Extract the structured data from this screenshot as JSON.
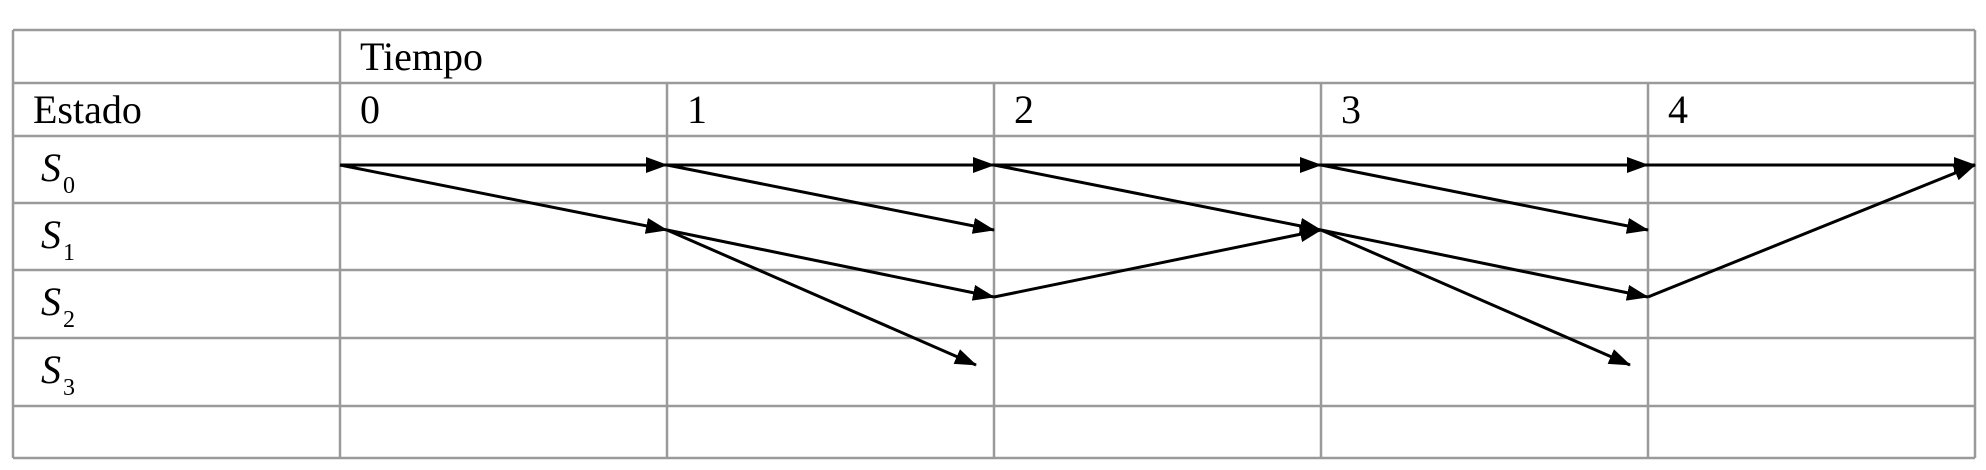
{
  "table": {
    "time_header": "Tiempo",
    "state_header": "Estado",
    "time_steps": [
      "0",
      "1",
      "2",
      "3",
      "4"
    ],
    "states": [
      {
        "letter": "S",
        "subscript": "0"
      },
      {
        "letter": "S",
        "subscript": "1"
      },
      {
        "letter": "S",
        "subscript": "2"
      },
      {
        "letter": "S",
        "subscript": "3"
      }
    ]
  },
  "transitions": [
    {
      "from_time": 0,
      "from_state": 0,
      "to_time": 1,
      "to_state": 0
    },
    {
      "from_time": 0,
      "from_state": 0,
      "to_time": 1,
      "to_state": 1
    },
    {
      "from_time": 1,
      "from_state": 0,
      "to_time": 2,
      "to_state": 0
    },
    {
      "from_time": 1,
      "from_state": 0,
      "to_time": 2,
      "to_state": 1
    },
    {
      "from_time": 1,
      "from_state": 1,
      "to_time": 2,
      "to_state": 2
    },
    {
      "from_time": 1,
      "from_state": 1,
      "to_time": 2,
      "to_state": 3
    },
    {
      "from_time": 2,
      "from_state": 0,
      "to_time": 3,
      "to_state": 0
    },
    {
      "from_time": 2,
      "from_state": 0,
      "to_time": 3,
      "to_state": 1
    },
    {
      "from_time": 2,
      "from_state": 2,
      "to_time": 3,
      "to_state": 1
    },
    {
      "from_time": 3,
      "from_state": 0,
      "to_time": 4,
      "to_state": 0
    },
    {
      "from_time": 3,
      "from_state": 0,
      "to_time": 4,
      "to_state": 1
    },
    {
      "from_time": 3,
      "from_state": 1,
      "to_time": 4,
      "to_state": 2
    },
    {
      "from_time": 3,
      "from_state": 1,
      "to_time": 4,
      "to_state": 3
    },
    {
      "from_time": 4,
      "from_state": 0,
      "to_time": 5,
      "to_state": 0
    },
    {
      "from_time": 4,
      "from_state": 2,
      "to_time": 5,
      "to_state": 0
    }
  ]
}
